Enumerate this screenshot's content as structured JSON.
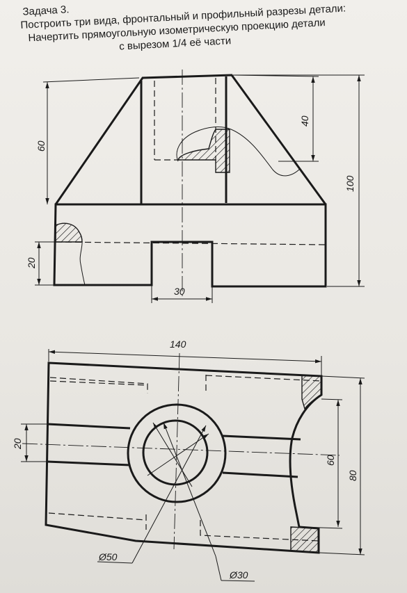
{
  "task": {
    "number": "Задача 3.",
    "line1": "Построить три вида, фронтальный и профильный разрезы детали:",
    "line2": "Начертить прямоугольную изометрическую проекцию детали",
    "line3": "с вырезом 1/4 её части"
  },
  "dimensions": {
    "front_height_left": "60",
    "front_hole_depth": "40",
    "front_total_height": "100",
    "front_base_height": "20",
    "front_slot_width": "30",
    "top_length": "140",
    "top_rib_width": "20",
    "top_inner_width": "60",
    "top_total_width": "80",
    "outer_diameter": "Ø50",
    "inner_diameter": "Ø30"
  }
}
